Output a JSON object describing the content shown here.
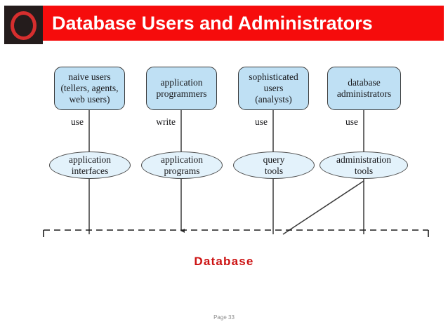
{
  "header": {
    "title": "Database Users and Administrators",
    "logo_icon": "red-ring-circle-icon",
    "bar_color": "#f60c0c",
    "logo_bg_color": "#241c1c",
    "logo_ring_color": "#d62e2e",
    "title_color": "#ffffff"
  },
  "diagram": {
    "type": "entity-flow-diagram",
    "box_fill_color": "#bfe0f4",
    "ellipse_fill_color": "#e3f2fb",
    "stroke_color": "#3a3a3a",
    "actors": [
      {
        "id": "naive-users",
        "lines": [
          "naive users",
          "(tellers, agents,",
          "web users)"
        ]
      },
      {
        "id": "application-programmers",
        "lines": [
          "application",
          "programmers"
        ]
      },
      {
        "id": "sophisticated-users",
        "lines": [
          "sophisticated",
          "users",
          "(analysts)"
        ]
      },
      {
        "id": "database-administrators",
        "lines": [
          "database",
          "administrators"
        ]
      }
    ],
    "edge_labels": [
      "use",
      "write",
      "use",
      "use"
    ],
    "tools": [
      {
        "id": "application-interfaces",
        "lines": [
          "application",
          "interfaces"
        ]
      },
      {
        "id": "application-programs",
        "lines": [
          "application",
          "programs"
        ]
      },
      {
        "id": "query-tools",
        "lines": [
          "query",
          "tools"
        ]
      },
      {
        "id": "administration-tools",
        "lines": [
          "administration",
          "tools"
        ]
      }
    ],
    "database_label": "Database",
    "database_label_color": "#cc1111"
  },
  "footer": {
    "page_number": "Page 33"
  }
}
